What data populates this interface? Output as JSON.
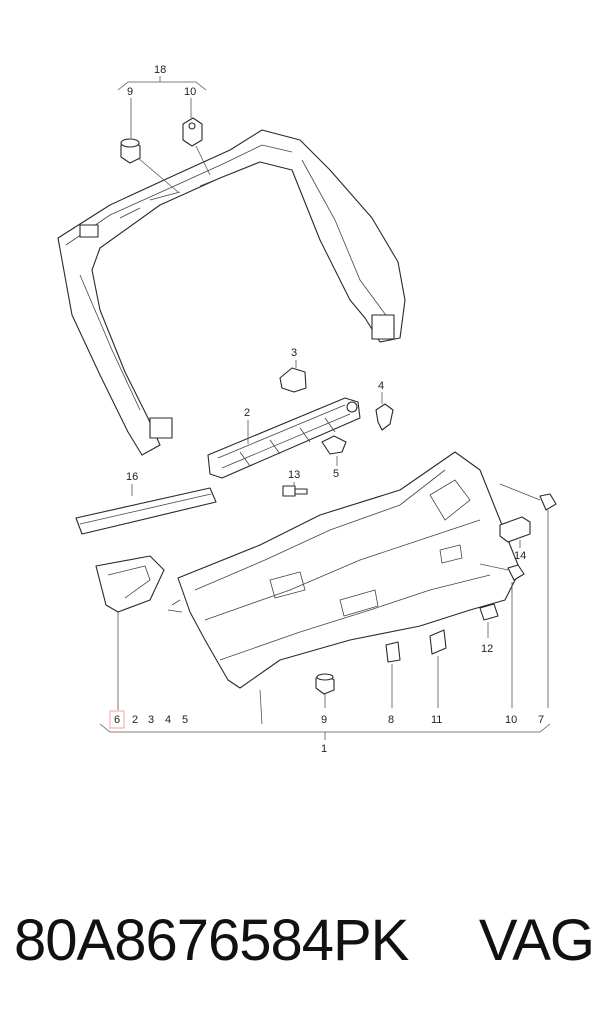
{
  "diagram": {
    "group_label": "18",
    "labels": {
      "p1": "1",
      "p2": "2",
      "p3": "3",
      "p4": "4",
      "p5": "5",
      "p7": "7",
      "p8": "8",
      "p9_top": "9",
      "p9_bottom": "9",
      "p10_top": "10",
      "p10_bottom": "10",
      "p11": "11",
      "p12": "12",
      "p13": "13",
      "p14": "14",
      "p16": "16"
    },
    "bottom_row": [
      "6",
      "2",
      "3",
      "4",
      "5"
    ],
    "highlight": {
      "label": "6",
      "color": "#f0a0a0"
    }
  },
  "footer": {
    "part_number": "80A8676584PK",
    "brand": "VAG"
  }
}
